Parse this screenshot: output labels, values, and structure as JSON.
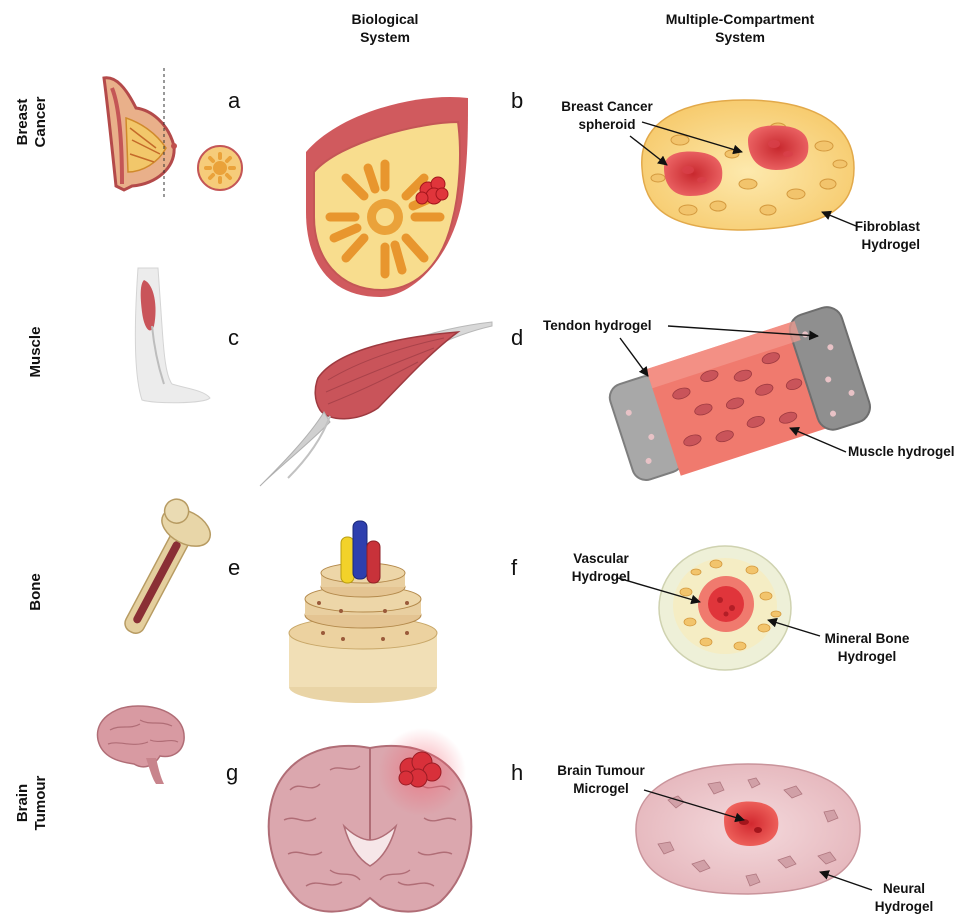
{
  "headers": {
    "biological_line1": "Biological",
    "biological_line2": "System",
    "multi_line1": "Multiple-Compartment",
    "multi_line2": "System"
  },
  "rows": {
    "breast_line1": "Breast",
    "breast_line2": "Cancer",
    "muscle": "Muscle",
    "bone": "Bone",
    "brain_line1": "Brain",
    "brain_line2": "Tumour"
  },
  "letters": [
    "a",
    "b",
    "c",
    "d",
    "e",
    "f",
    "g",
    "h"
  ],
  "annotations": {
    "breast_cancer_line1": "Breast Cancer",
    "breast_cancer_line2": "spheroid",
    "fibroblast_line1": "Fibroblast",
    "fibroblast_line2": "Hydrogel",
    "tendon": "Tendon hydrogel",
    "muscle_hydrogel": "Muscle hydrogel",
    "vascular_line1": "Vascular",
    "vascular_line2": "Hydrogel",
    "mineral_line1": "Mineral Bone",
    "mineral_line2": "Hydrogel",
    "brain_tumour_line1": "Brain Tumour",
    "brain_tumour_line2": "Microgel",
    "neural_line1": "Neural",
    "neural_line2": "Hydrogel"
  },
  "colors": {
    "tumor_red": "#e0353b",
    "breast_yellow": "#f7dc8a",
    "fat_orange": "#eaa23a",
    "muscle_red": "#c9545a",
    "tendon_grey": "#9c9c9c",
    "bone_cream": "#f3e7c6",
    "brain_pink": "#d89aa2",
    "vessel_blue": "#2e3fae",
    "vessel_yellow": "#f2d22a"
  }
}
